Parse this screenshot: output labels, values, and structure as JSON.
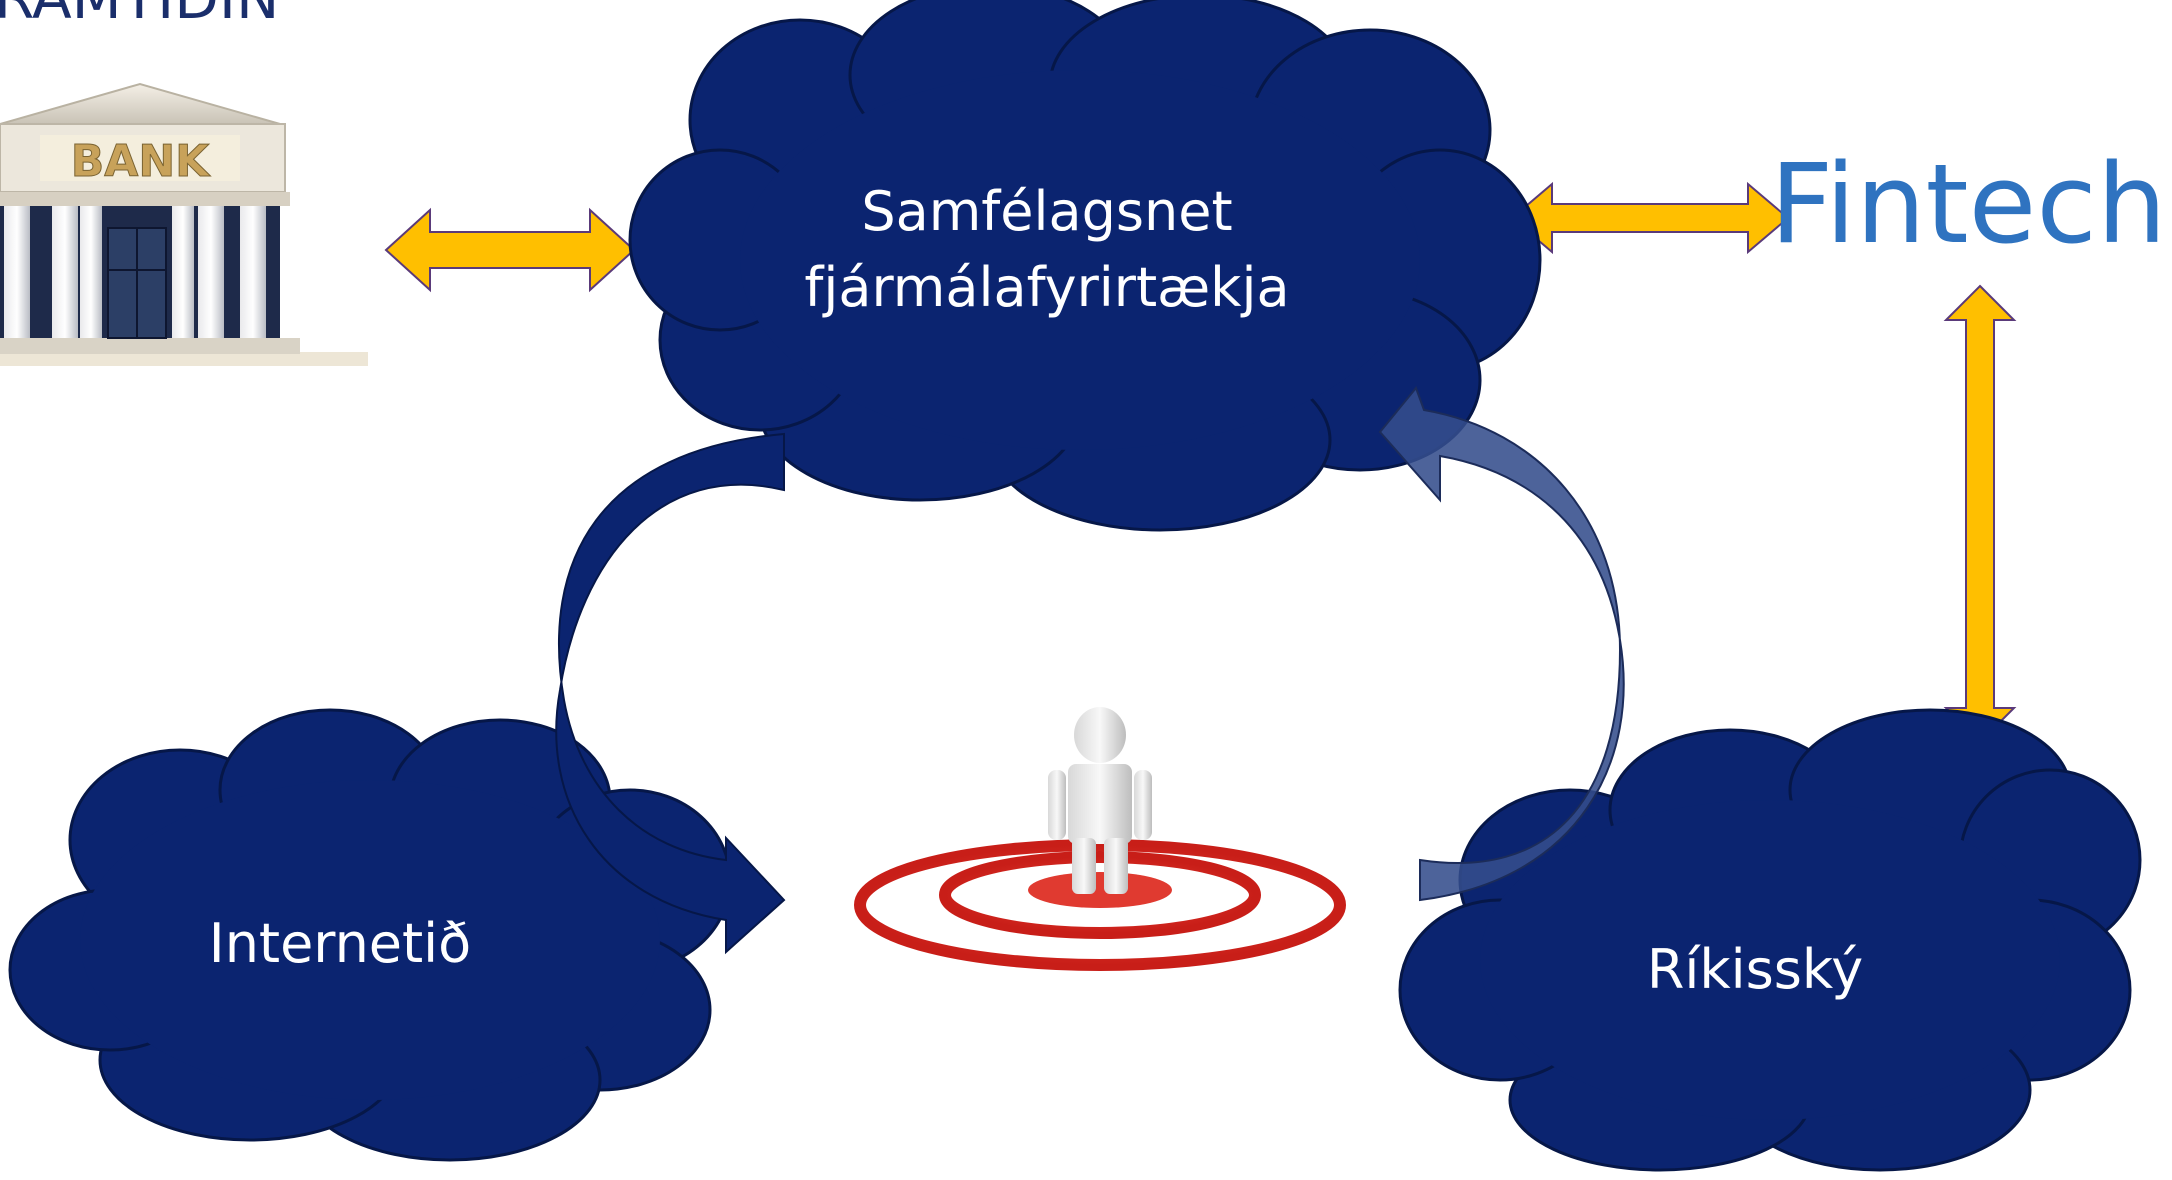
{
  "heading": "RAMTIDIN",
  "bank_sign": "BANK",
  "clouds": {
    "top_line1": "Samfélagsnet",
    "top_line2": "fjármálafyrirtækja",
    "left": "Internetið",
    "right": "Ríkisský"
  },
  "fintech_label": "Fintech",
  "colors": {
    "cloud": "#0b2470",
    "cloud_outline": "#061748",
    "arrow_gold": "#ffbf00",
    "arrow_outline": "#5a3a7a",
    "fintech_text": "#2f73c0",
    "curved_arrow_dark": "#0b2470",
    "curved_arrow_light": "#344d8c",
    "target_red": "#e03a30"
  },
  "icons": [
    "bank-building-icon",
    "person-on-target-icon"
  ]
}
